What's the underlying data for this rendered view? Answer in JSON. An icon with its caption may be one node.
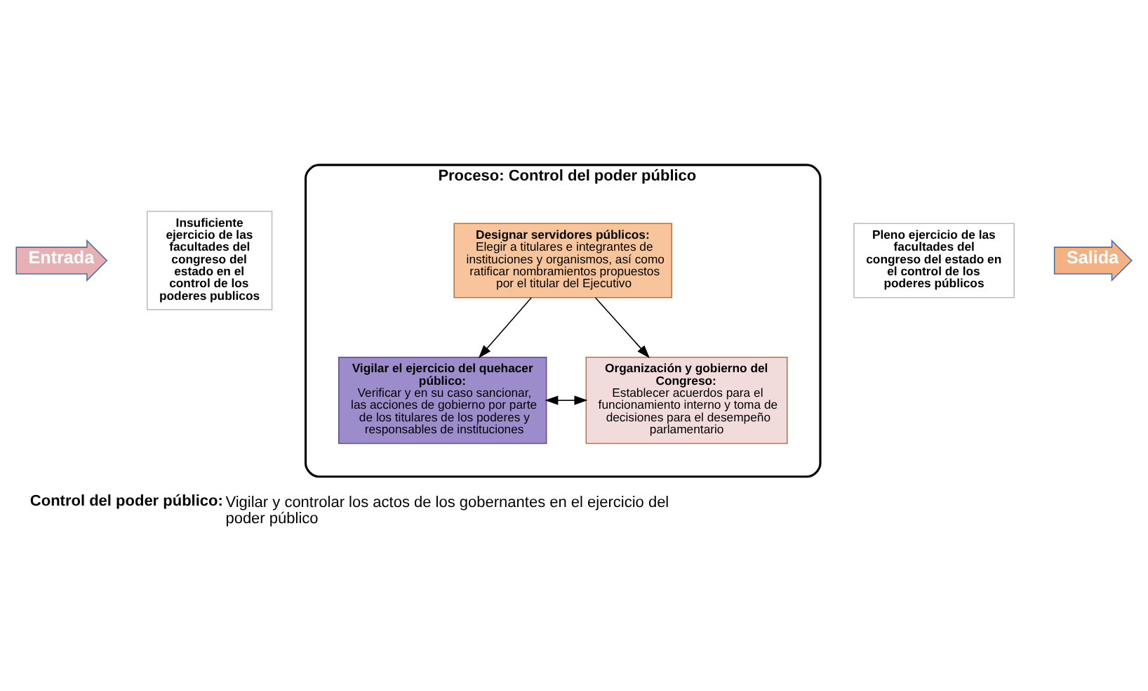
{
  "diagram": {
    "caption": "**Control del poder público:** Vigilar y controlar los actos de los gobernantes en el ejercicio del poder público",
    "nodes": [
      {
        "text": [
          "Proceso: Control del poder público"
        ]
      },
      {
        "text": [
          "Designar servidores públicos:",
          "Elegir a titulares e integrantes de instituciones y organismos, así como ratificar nombramientos propuestos por el titular del Ejecutivo"
        ],
        "in": 0
      },
      {
        "text": [
          "Vigilar el ejercicio del quehacer público:",
          "Verificar y en su caso sancionar, las acciones de gobierno por parte de los titulares de los poderes y responsables de instituciones"
        ],
        "in": 0
      },
      {
        "text": [
          "Organización y gobierno del Congreso:",
          "Establecer acuerdos para el funcionamiento interno y toma de decisiones para el desempeño parlamentario"
        ],
        "in": 0
      },
      {
        "text": [
          "Entrada"
        ]
      },
      {
        "text": [
          "Insuficiente ejercicio de las facultades del congreso del estado en el control de los poderes publicos"
        ]
      },
      {
        "text": [
          "Pleno ejercicio de las facultades del congreso del estado en el control de los poderes públicos"
        ]
      },
      {
        "text": [
          "Salida"
        ]
      }
    ],
    "edges": [
      {
        "from": 1,
        "to": 2,
        "arrow": "to"
      },
      {
        "from": 1,
        "to": 3,
        "arrow": "to"
      },
      {
        "from": 2,
        "to": 3,
        "arrow": "both"
      }
    ]
  }
}
